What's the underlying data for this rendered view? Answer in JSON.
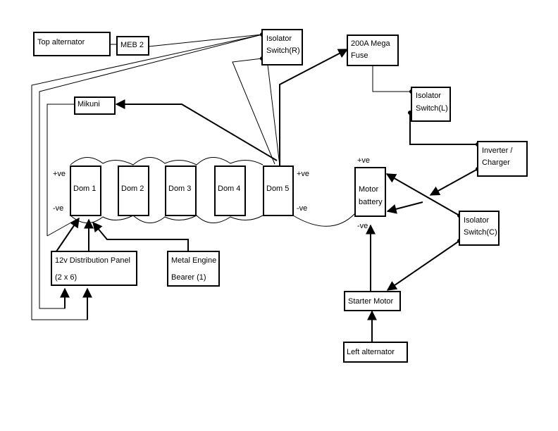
{
  "components": {
    "top_alternator": "Top alternator",
    "meb2": "MEB 2",
    "isolator_r": [
      "Isolator",
      "Switch(R)"
    ],
    "mega_fuse": [
      "200A Mega",
      "Fuse"
    ],
    "mikuni": "Mikuni",
    "isolator_l": [
      "Isolator",
      "Switch(L)"
    ],
    "inverter": [
      "Inverter /",
      "Charger"
    ],
    "doms": [
      "Dom 1",
      "Dom 2",
      "Dom 3",
      "Dom 4",
      "Dom 5"
    ],
    "motor_battery": [
      "Motor",
      "battery"
    ],
    "isolator_c": [
      "Isolator",
      "Switch(C)"
    ],
    "distribution_panel": [
      "12v Distribution Panel",
      "(2 x 6)"
    ],
    "metal_engine_bearer": [
      "Metal Engine",
      "Bearer  (1)"
    ],
    "starter_motor": "Starter Motor",
    "left_alternator": "Left alternator"
  },
  "terminals": {
    "pos": "+ve",
    "neg": "-ve"
  }
}
